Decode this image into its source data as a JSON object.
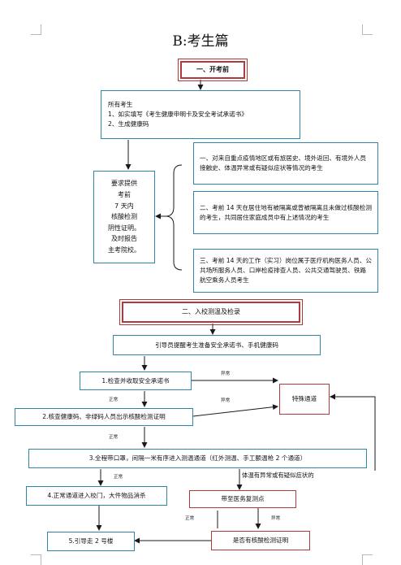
{
  "title": "B:考生篇",
  "sections": {
    "s1": "一、开考前",
    "s2": "二、入校测温及检录"
  },
  "nodes": {
    "all_examinees": {
      "heading": "所有考生",
      "line1": "1、如实填写《考生健康申明卡及安全考试承诺书》",
      "line2": "2、生成健康码"
    },
    "requirement": [
      "要求提供",
      "考前",
      "7 天内",
      "核酸检测",
      "阴性证明。",
      "及时报告",
      "主考院校。"
    ],
    "cat1": "一、对来自重点疫情地区或有旅居史、境外返回、有境外人员接触史、体温异常或有疑似症状等情况的考生",
    "cat2": "二、考前 14 天在居住地有被隔离或曾被隔离且未做过核酸检测的考生，共同居住家庭成员中有上述情况的考生",
    "cat3": "三、考前 14 天的工作（实习）岗位属于医疗机构医务人员、公共场所服务人员、口岸检疫排查人员、公共交通驾驶员、铁路航空乘务人员考生",
    "guide": "引导员提醒考生准备安全承诺书、手机健康码",
    "step1": "1.检查并收取安全承诺书",
    "step2": "2.核查健康码、非绿码人员出示核酸检测证明",
    "step3": "3.全程带口罩，间隔一米有序进入测温通道（红外测温、手工额温枪 2 个通道）",
    "step4": "4.正常通道进入校门，大件物品消杀",
    "step5": "5.引导走 2 号楼",
    "special": "特殊通道",
    "recheck": "带至医务复测点",
    "nucleic": "是否有核酸检测证明"
  },
  "labels": {
    "abnormal": "异常",
    "normal": "正常",
    "temp_note": "体温有异常或有疑似症状的"
  },
  "colors": {
    "flow_blue": "#2e86ac",
    "section_red": "#b03a3a",
    "arrow": "#1a1a1a"
  }
}
